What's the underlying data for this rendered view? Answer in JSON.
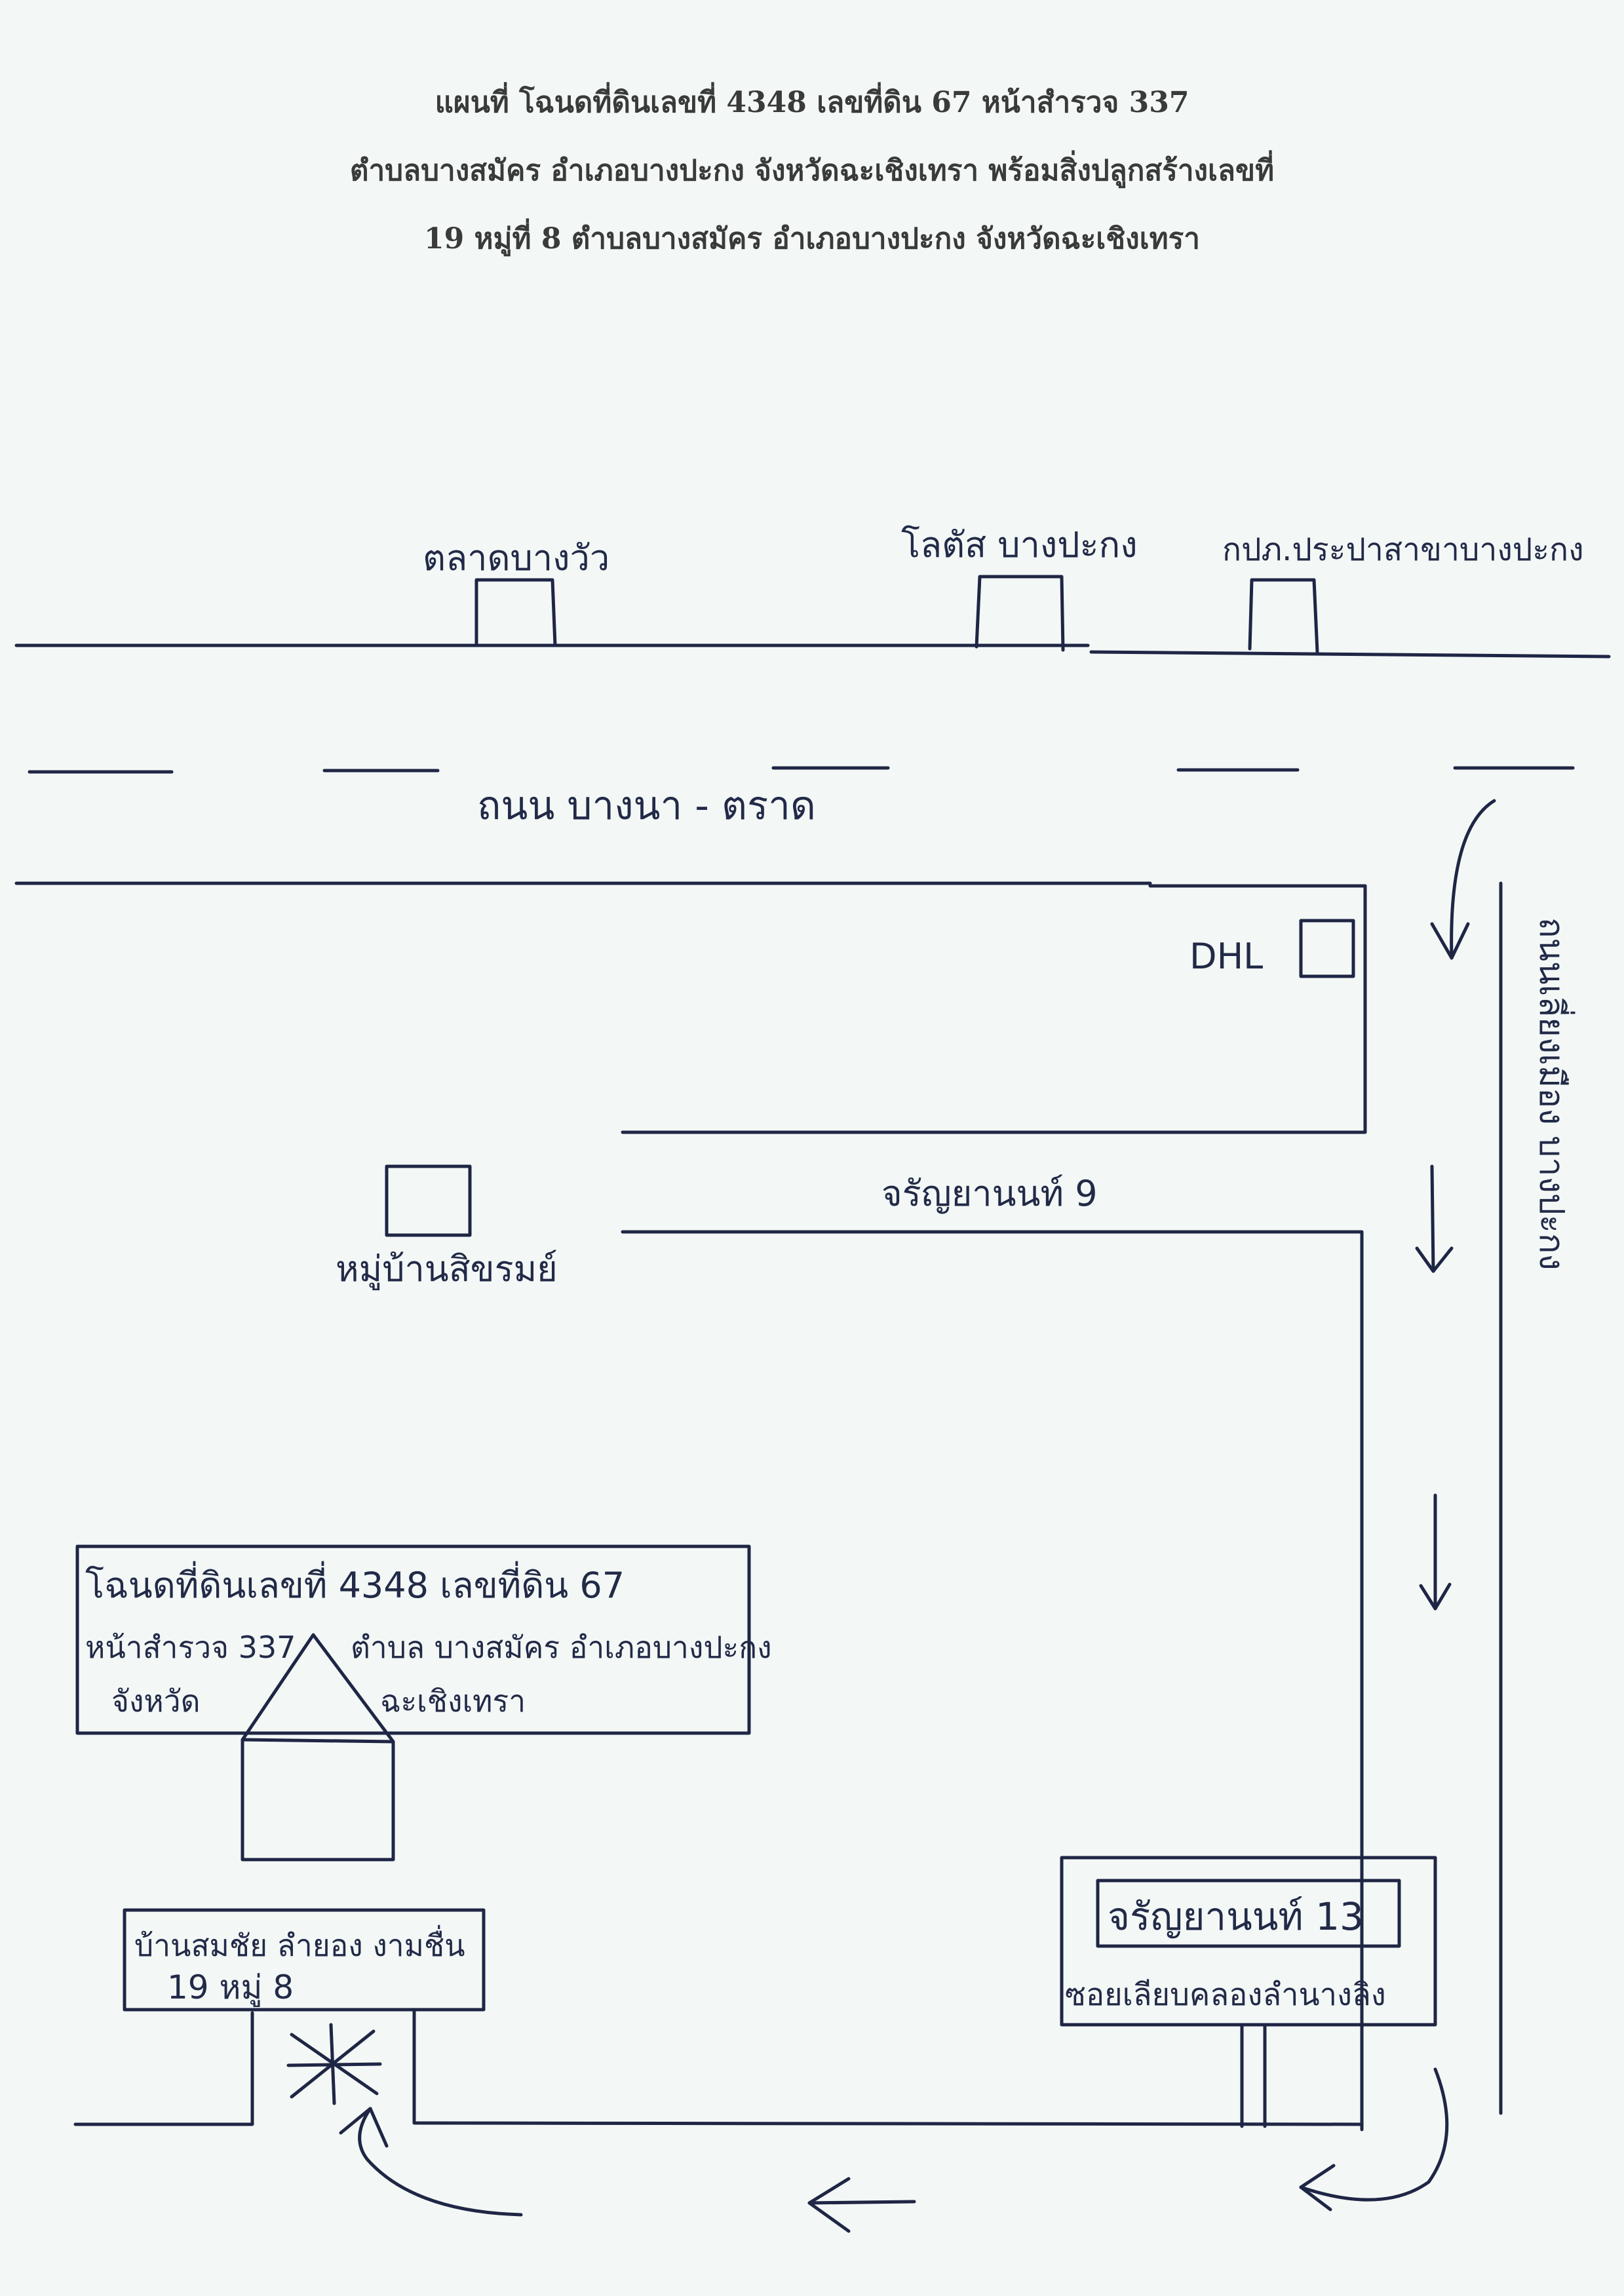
{
  "header": {
    "line1": "แผนที่ โฉนดที่ดินเลขที่ 4348 เลขที่ดิน 67 หน้าสำรวจ 337",
    "line2": "ตำบลบางสมัคร อำเภอบางปะกง จังหวัดฉะเชิงเทรา พร้อมสิ่งปลูกสร้างเลขที่",
    "line3": "19 หมู่ที่ 8 ตำบลบางสมัคร อำเภอบางปะกง จังหวัดฉะเชิงเทรา"
  },
  "landmarks": {
    "market": "ตลาดบางวัว",
    "lotus": "โลตัส บางปะกง",
    "water_office": "กปภ.ประปาสาขาบางปะกง",
    "dhl": "DHL",
    "village": "หมู่บ้านสิขรมย์",
    "house_number": "19"
  },
  "roads": {
    "main_road": "ถนน บางนา - ตราด",
    "soi_9": "จรัญยานนท์ 9",
    "side_road": "ถนนเลี่ยงเมือง บางปะกง"
  },
  "plot_label": {
    "line1": "โฉนดที่ดินเลขที่ 4348 เลขที่ดิน 67",
    "line2a": "หน้าสำรวจ 337",
    "line2b": "ตำบล บางสมัคร อำเภอบางปะกง",
    "line3a": "จังหวัด",
    "line3b": "ฉะเชิงเทรา"
  },
  "house_label": {
    "line1": "บ้านสมชัย ลำยอง งามชื่น",
    "line2": "19 หมู่ 8"
  },
  "soi13_sign": {
    "line1": "จรัญยานนท์ 13",
    "line2": "ซอยเลียบคลองลำนางลิง"
  },
  "colors": {
    "ink": "#1f2645",
    "paper": "#f3f8f6",
    "header_text": "#3a3a3a"
  }
}
